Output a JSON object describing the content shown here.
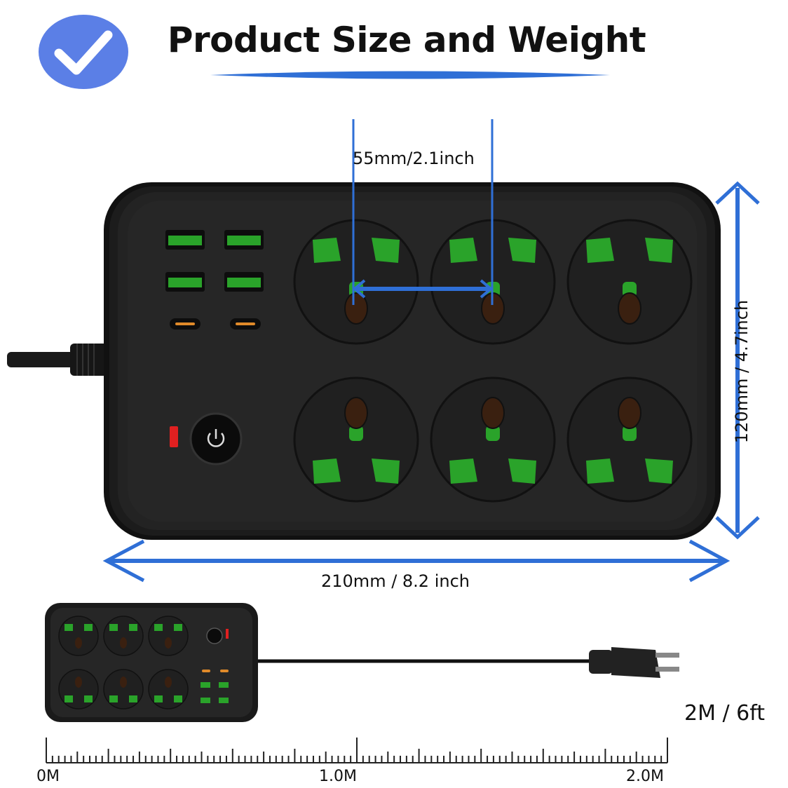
{
  "heading": {
    "title": "Product Size and Weight"
  },
  "dimensions": {
    "outlet_spacing": "55mm/2.1inch",
    "width": "210mm / 8.2 inch",
    "height": "120mm / 4.7inch",
    "cable_length": "2M / 6ft"
  },
  "ruler": {
    "start": "0M",
    "mid": "1.0M",
    "end": "2.0M"
  },
  "colors": {
    "accent_blue": "#2f6fd6",
    "check_circle": "#5b7fe6",
    "body": "#1e1e1e",
    "socket_green": "#2aa32a",
    "usb_c_orange": "#e08a2a",
    "indicator_red": "#e02020"
  },
  "icons": [
    "checkmark-icon",
    "power-icon"
  ]
}
